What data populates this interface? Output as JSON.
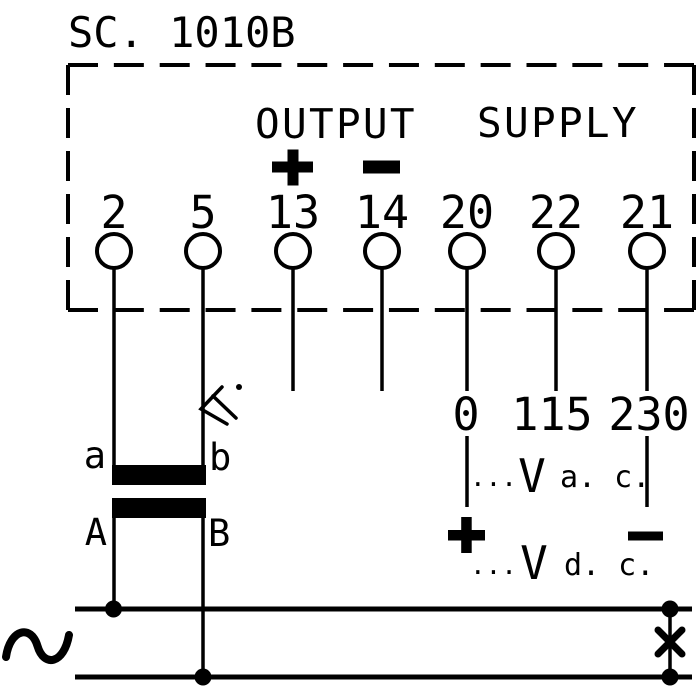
{
  "title": "SC. 1010B",
  "sections": {
    "output": "OUTPUT",
    "supply": "SUPPLY"
  },
  "terminals": [
    "2",
    "5",
    "13",
    "14",
    "20",
    "22",
    "21"
  ],
  "output_polarity": {
    "plus": "+",
    "minus": "−"
  },
  "supply_taps": [
    "0",
    "115",
    "230"
  ],
  "ac_rating": {
    "dots": "...",
    "volts": "V",
    "unit": "a. c."
  },
  "dc_rating": {
    "plus": "+",
    "dots": "...",
    "volts": "V",
    "unit": "d. c.",
    "minus": "−"
  },
  "transformer": {
    "sec_a": "a",
    "sec_b": "b",
    "pri_a": "A",
    "pri_b": "B"
  },
  "icons": {
    "ac_source": "sine-wave-icon",
    "polarity_cross": "x-mark-icon",
    "adjustment": "adjust-arrow-icon",
    "terminal": "terminal-circle",
    "junction": "junction-dot"
  },
  "colors": {
    "ink": "#000000",
    "paper": "#ffffff"
  }
}
